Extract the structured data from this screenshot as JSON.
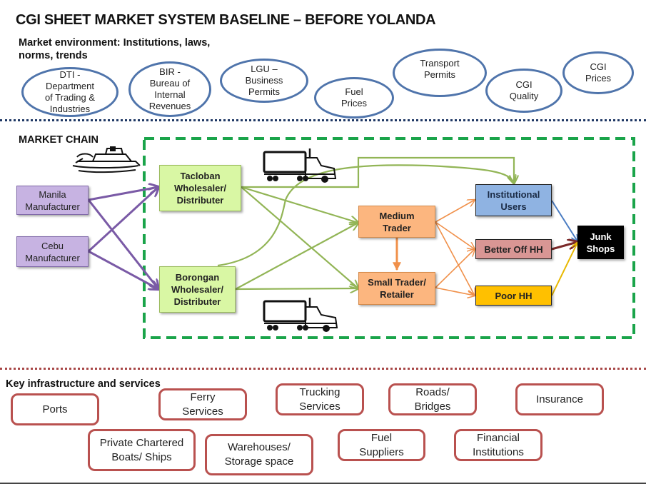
{
  "title": "CGI SHEET MARKET SYSTEM BASELINE – BEFORE YOLANDA",
  "market_environment": {
    "label": "Market environment: Institutions, laws, norms, trends",
    "items": [
      {
        "id": "dti",
        "lines": [
          "DTI -",
          "Department",
          "of Trading &",
          "Industries"
        ]
      },
      {
        "id": "bir",
        "lines": [
          "BIR -",
          "Bureau of",
          "Internal",
          "Revenues"
        ]
      },
      {
        "id": "lgu",
        "lines": [
          "LGU –",
          "Business",
          "Permits"
        ]
      },
      {
        "id": "fuel-prices",
        "lines": [
          "Fuel",
          "Prices"
        ]
      },
      {
        "id": "transport-permits",
        "lines": [
          "Transport",
          "Permits"
        ]
      },
      {
        "id": "cgi-quality",
        "lines": [
          "CGI",
          "Quality"
        ]
      },
      {
        "id": "cgi-prices",
        "lines": [
          "CGI",
          "Prices"
        ]
      }
    ],
    "border_color": "#4f74ab"
  },
  "market_chain": {
    "label": "MARKET CHAIN",
    "icons": [
      "boat-icon",
      "truck-icon",
      "truck-icon"
    ],
    "nodes": {
      "manila": {
        "lines": [
          "Manila",
          "Manufacturer"
        ]
      },
      "cebu": {
        "lines": [
          "Cebu",
          "Manufacturer"
        ]
      },
      "tacloban": {
        "lines": [
          "Tacloban",
          "Wholesaler/",
          "Distributer"
        ]
      },
      "borongan": {
        "lines": [
          "Borongan",
          "Wholesaler/",
          "Distributer"
        ]
      },
      "medium": {
        "lines": [
          "Medium",
          "Trader"
        ]
      },
      "small": {
        "lines": [
          "Small Trader/",
          "Retailer"
        ]
      },
      "institutional": {
        "lines": [
          "Institutional",
          "Users"
        ]
      },
      "better_off": {
        "lines": [
          "Better Off HH"
        ]
      },
      "poor": {
        "lines": [
          "Poor HH"
        ]
      },
      "junk": {
        "lines": [
          "Junk",
          "Shops"
        ]
      }
    },
    "flows": [
      {
        "from": "manila",
        "to": "tacloban",
        "color": "#7a5aa6"
      },
      {
        "from": "manila",
        "to": "borongan",
        "color": "#7a5aa6"
      },
      {
        "from": "cebu",
        "to": "tacloban",
        "color": "#7a5aa6"
      },
      {
        "from": "cebu",
        "to": "borongan",
        "color": "#7a5aa6"
      },
      {
        "from": "tacloban",
        "to": "institutional",
        "color": "#92b556"
      },
      {
        "from": "tacloban",
        "to": "medium",
        "color": "#92b556"
      },
      {
        "from": "tacloban",
        "to": "small",
        "color": "#92b556"
      },
      {
        "from": "borongan",
        "to": "institutional",
        "color": "#92b556"
      },
      {
        "from": "borongan",
        "to": "medium",
        "color": "#92b556"
      },
      {
        "from": "borongan",
        "to": "small",
        "color": "#92b556"
      },
      {
        "from": "medium",
        "to": "small",
        "color": "#f0904a"
      },
      {
        "from": "medium",
        "to": "institutional",
        "color": "#f0904a"
      },
      {
        "from": "medium",
        "to": "better_off",
        "color": "#f0904a"
      },
      {
        "from": "medium",
        "to": "poor",
        "color": "#f0904a"
      },
      {
        "from": "small",
        "to": "better_off",
        "color": "#f0904a"
      },
      {
        "from": "small",
        "to": "poor",
        "color": "#f0904a"
      },
      {
        "from": "institutional",
        "to": "junk",
        "color": "#4a7cc2"
      },
      {
        "from": "better_off",
        "to": "junk",
        "color": "#7b2a2a"
      },
      {
        "from": "poor",
        "to": "junk",
        "color": "#e8b800"
      }
    ],
    "frame_color": "#1aa44a"
  },
  "infrastructure": {
    "label": "Key infrastructure and services",
    "items": [
      {
        "id": "ports",
        "lines": [
          "Ports"
        ]
      },
      {
        "id": "ferry",
        "lines": [
          "Ferry",
          "Services"
        ]
      },
      {
        "id": "trucking",
        "lines": [
          "Trucking",
          "Services"
        ]
      },
      {
        "id": "roads",
        "lines": [
          "Roads/",
          "Bridges"
        ]
      },
      {
        "id": "insurance",
        "lines": [
          "Insurance"
        ]
      },
      {
        "id": "private-boats",
        "lines": [
          "Private Chartered",
          "Boats/ Ships"
        ]
      },
      {
        "id": "warehouses",
        "lines": [
          "Warehouses/",
          "Storage space"
        ]
      },
      {
        "id": "fuel-suppliers",
        "lines": [
          "Fuel",
          "Suppliers"
        ]
      },
      {
        "id": "financial",
        "lines": [
          "Financial",
          "Institutions"
        ]
      }
    ],
    "border_color": "#b9514f"
  }
}
